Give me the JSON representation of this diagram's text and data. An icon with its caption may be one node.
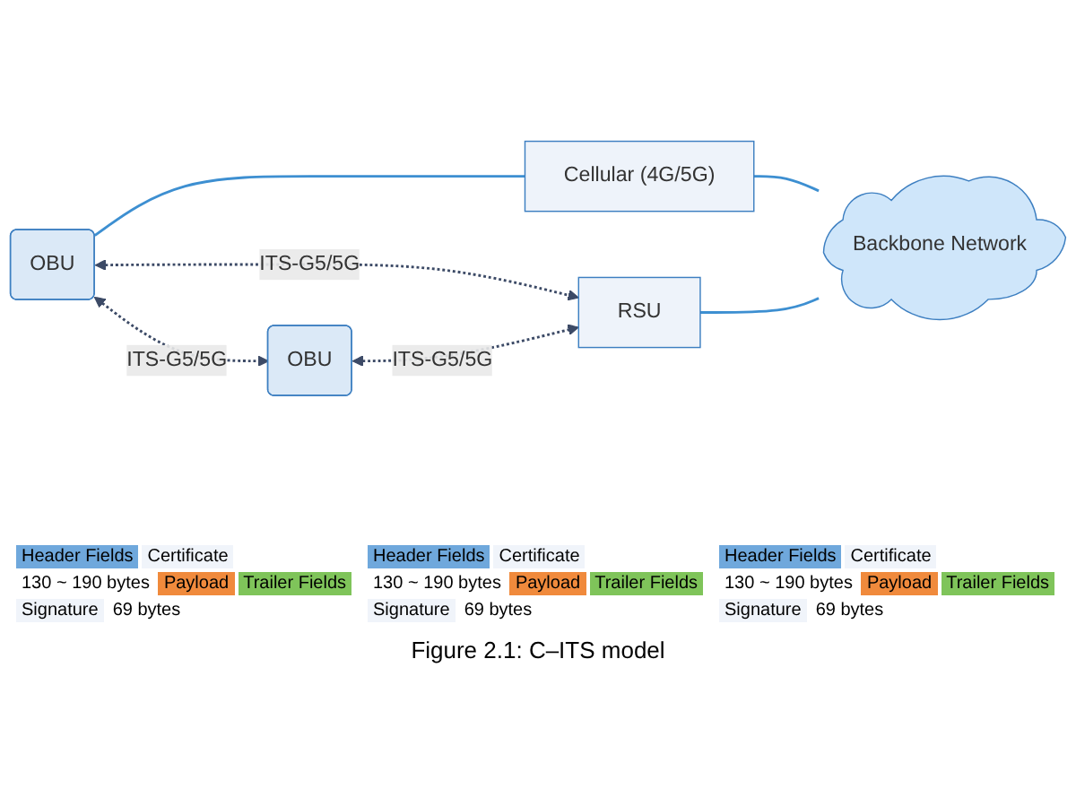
{
  "diagram": {
    "caption": "Figure 2.1: C–ITS model",
    "nodes": [
      {
        "text": [
          "OBU"
        ]
      },
      {
        "text": [
          "Cellular (4G/5G)"
        ]
      },
      {
        "text": [
          "Backbone Network"
        ]
      },
      {
        "text": [
          "RSU"
        ]
      },
      {
        "text": [
          "OBU"
        ]
      }
    ],
    "edges": [
      {
        "from": 0,
        "to": 1,
        "arrow": "none"
      },
      {
        "from": 1,
        "to": 2,
        "arrow": "none"
      },
      {
        "from": 3,
        "to": 2,
        "arrow": "none"
      },
      {
        "from": 0,
        "to": 3,
        "arrow": "both",
        "label": "ITS-G5/5G",
        "style": "dashed",
        "color": "#3c4a66"
      },
      {
        "from": 0,
        "to": 4,
        "arrow": "both",
        "label": "ITS-G5/5G",
        "style": "dashed",
        "color": "#3c4a66"
      },
      {
        "from": 4,
        "to": 3,
        "arrow": "both",
        "label": "ITS-G5/5G",
        "style": "dashed",
        "color": "#3c4a66"
      }
    ],
    "labels": [
      "Header Fields",
      "Certificate",
      "130 ~ 190 bytes",
      "Payload",
      "Trailer Fields",
      "Signature",
      "69 bytes",
      "Header Fields",
      "Certificate",
      "130 ~ 190 bytes",
      "Payload",
      "Trailer Fields",
      "Signature",
      "69 bytes",
      "Header Fields",
      "Certificate",
      "130 ~ 190 bytes",
      "Payload",
      "Trailer Fields",
      "Signature",
      "69 bytes"
    ]
  }
}
